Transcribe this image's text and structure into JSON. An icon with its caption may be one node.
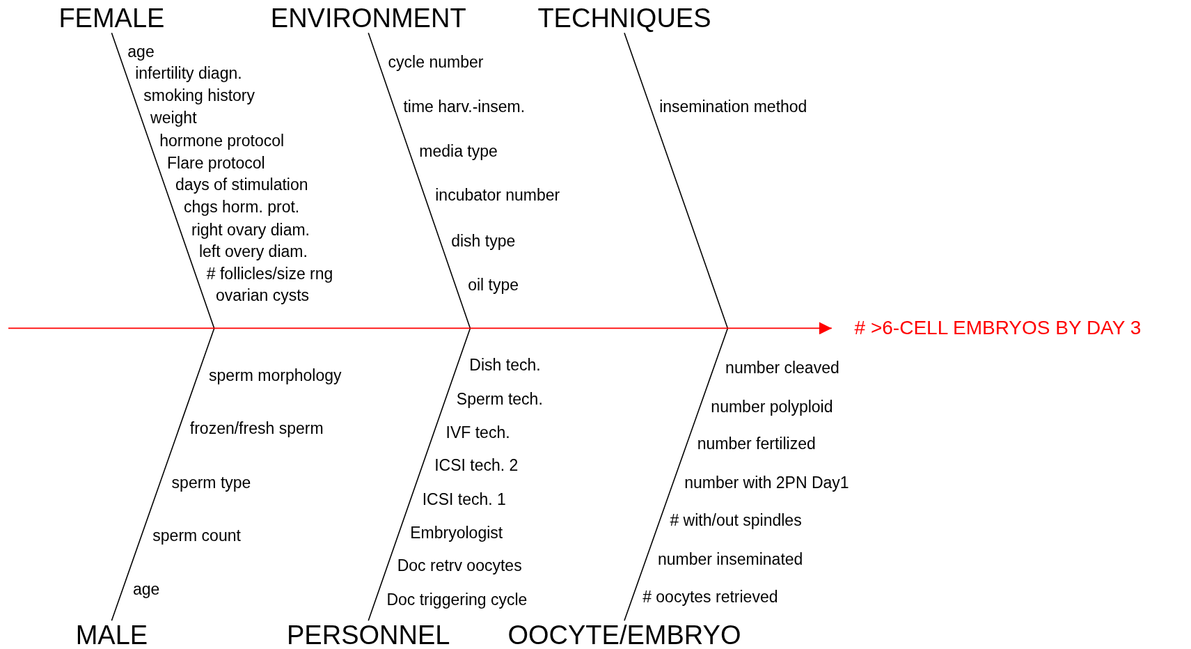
{
  "diagram": {
    "nodes": [
      {
        "text": [
          "FEMALE"
        ]
      },
      {
        "text": [
          "ENVIRONMENT"
        ]
      },
      {
        "text": [
          "TECHNIQUES"
        ]
      },
      {
        "text": [
          "MALE"
        ]
      },
      {
        "text": [
          "PERSONNEL"
        ]
      },
      {
        "text": [
          "OOCYTE/EMBRYO"
        ]
      },
      {
        "text": [
          "# >6-CELL EMBRYOS BY DAY 3"
        ]
      }
    ],
    "edges": [
      {
        "from": 0,
        "to": null,
        "arrow": "none"
      },
      {
        "from": 1,
        "to": null,
        "arrow": "none"
      },
      {
        "from": 2,
        "to": null,
        "arrow": "none"
      },
      {
        "from": 3,
        "to": null,
        "arrow": "none"
      },
      {
        "from": 4,
        "to": null,
        "arrow": "none"
      },
      {
        "from": 5,
        "to": null,
        "arrow": "none"
      },
      {
        "from": null,
        "to": 6,
        "arrow": "to",
        "color": "#ff0000"
      }
    ],
    "labels": [
      "age",
      "infertility diagn.",
      "smoking history",
      "weight",
      "hormone protocol",
      "Flare protocol",
      "days of stimulation",
      "chgs horm. prot.",
      "right ovary diam.",
      "left overy diam.",
      "# follicles/size rng",
      "ovarian cysts",
      "cycle number",
      "time harv.-insem.",
      "media type",
      "incubator number",
      "dish type",
      "oil type",
      "insemination method",
      "sperm morphology",
      "frozen/fresh sperm",
      "sperm type",
      "sperm count",
      "age",
      "Dish tech.",
      "Sperm tech.",
      "IVF tech.",
      "ICSI tech. 2",
      "ICSI tech. 1",
      "Embryologist",
      "Doc retrv oocytes",
      "Doc triggering cycle",
      "number cleaved",
      "number polyploid",
      "number fertilized",
      "number with 2PN Day1",
      "# with/out spindles",
      "number inseminated",
      "# oocytes retrieved"
    ]
  }
}
